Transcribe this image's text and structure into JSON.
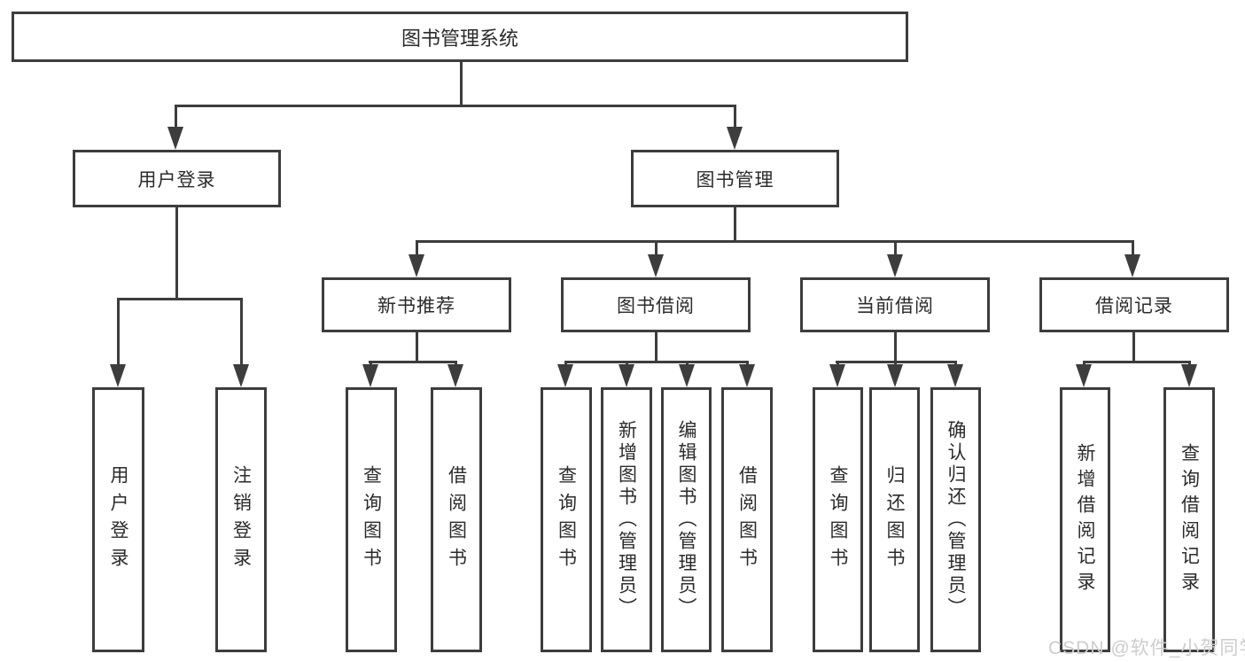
{
  "tree": {
    "root": "图书管理系统",
    "branches": [
      {
        "label": "用户登录",
        "children": [
          "用户登录",
          "注销登录"
        ]
      },
      {
        "label": "图书管理",
        "sections": [
          {
            "label": "新书推荐",
            "children": [
              "查询图书",
              "借阅图书"
            ]
          },
          {
            "label": "图书借阅",
            "children": [
              "查询图书",
              "新增图书（管理员）",
              "编辑图书（管理员）",
              "借阅图书"
            ]
          },
          {
            "label": "当前借阅",
            "children": [
              "查询图书",
              "归还图书",
              "确认归还（管理员）"
            ]
          },
          {
            "label": "借阅记录",
            "children": [
              "新增借阅记录",
              "查询借阅记录"
            ]
          }
        ]
      }
    ]
  },
  "watermark": "CSDN @软件_小贺同学",
  "colors": {
    "line": "#3d3d3d",
    "text": "#2b2b2b",
    "watermark": "#cdcdcd",
    "background": "#ffffff"
  }
}
